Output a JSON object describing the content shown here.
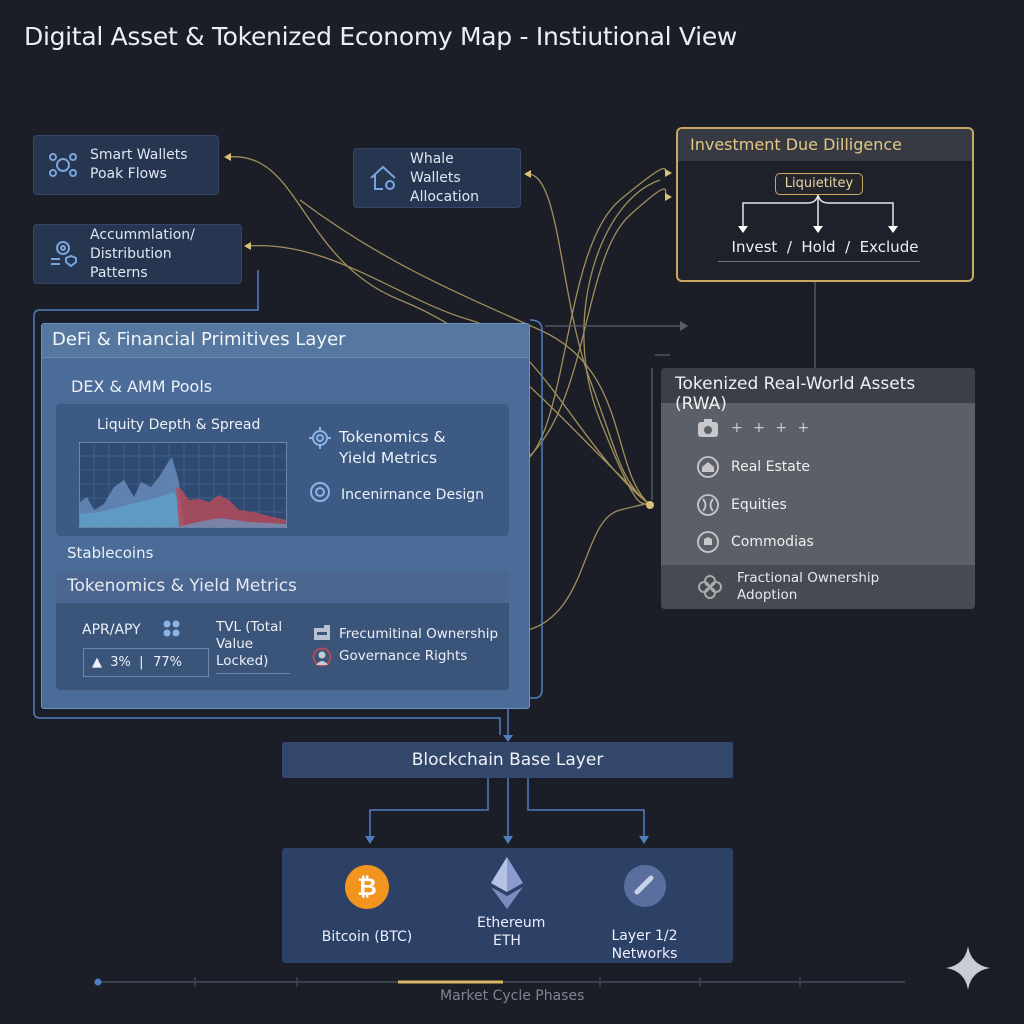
{
  "title": "Digital Asset & Tokenized Economy Map - Instiutional View",
  "cards": {
    "smart_wallets": [
      "Smart Wallets",
      "Poak Flows"
    ],
    "whale_wallets": [
      "Whale Wallets",
      "Allocation"
    ],
    "accumulation": [
      "Accummlation/",
      "Distribution Patterns"
    ]
  },
  "due_diligence": {
    "title": "Investment Due Dilligence",
    "node": "Liquietitey",
    "outcomes": "Invest  /  Hold  /  Exclude"
  },
  "defi": {
    "title": "DeFi & Financial Primitives Layer",
    "dex_label": "DEX & AMM Pools",
    "chart_title": "Liquity Depth & Spread",
    "side_items": [
      "Tokenomics & Yield Metrics",
      "Incenirnance Design"
    ],
    "stablecoins_label": "Stablecoins",
    "tokenomics_title": "Tokenomics & Yield Metrics",
    "apr_label": "APR/APY",
    "apr_values": "▲  3%  |   77%",
    "tvl_label": "TVL (Total Value Locked)",
    "right_items": [
      "Frecumitinal Ownership",
      "Governance Rights"
    ]
  },
  "rwa": {
    "title": "Tokenized Real-World Assets (RWA)",
    "top_marks": "+ + + +",
    "items": [
      "Real Estate",
      "Equities",
      "Commodias"
    ],
    "footer": "Fractional Ownership Adoption"
  },
  "base_layer": "Blockchain Base Layer",
  "chains": [
    {
      "name": "Bitcoin (BTC)",
      "color": "#f2951f"
    },
    {
      "name": "Ethereum ETH",
      "color": "#8a9ccf"
    },
    {
      "name": "Layer 1/2 Networks",
      "color": "#5a6f9e"
    }
  ],
  "timeline_label": "Market Cycle Phases",
  "colors": {
    "gold": "#c9a862",
    "blue_line": "#4f7fc1",
    "bg": "#1b1e26"
  }
}
